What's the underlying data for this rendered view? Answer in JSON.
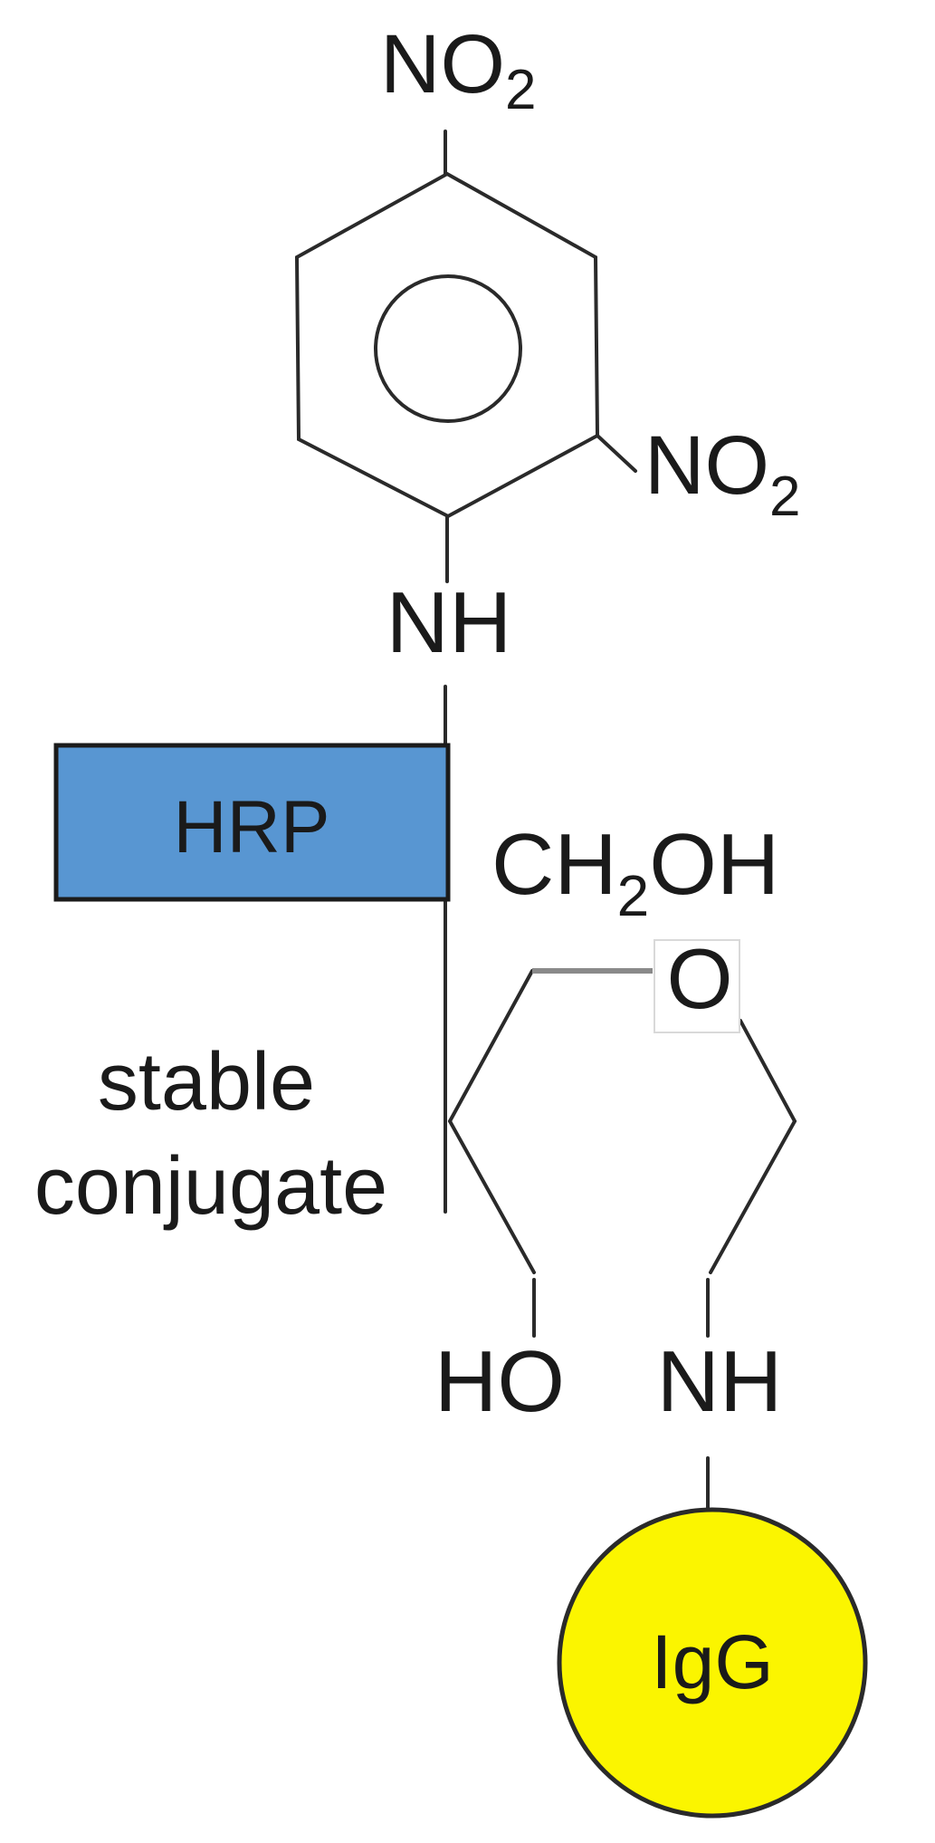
{
  "diagram": {
    "description": "stable conjugate of HRP enzyme and IgG antibody linked through a dinitrophenyl-amine and sugar ring",
    "labels": {
      "nitro_top": {
        "main": "NO",
        "sub": "2"
      },
      "nitro_right": {
        "main": "NO",
        "sub": "2"
      },
      "amine_top": "NH",
      "enzyme": "HRP",
      "hydroxymethyl": {
        "pre": "CH",
        "sub": "2",
        "post": "OH"
      },
      "ring_oxygen": "O",
      "caption_line1": "stable",
      "caption_line2": "conjugate",
      "hydroxyl": "HO",
      "amine_bottom": "NH",
      "antibody": "IgG"
    },
    "colors": {
      "bond_line": "#2a2a2a",
      "gray_bond_line": "#8a8a8a",
      "text": "#1a1a1a",
      "enzyme_box_fill": "#5896d2",
      "enzyme_box_border": "#1b1b1b",
      "antibody_circle_fill": "#fbf500",
      "antibody_circle_border": "#2a2a2a",
      "oxygen_box_fill": "#ffffff",
      "oxygen_box_border": "#d9d9d9",
      "background": "#ffffff"
    }
  }
}
